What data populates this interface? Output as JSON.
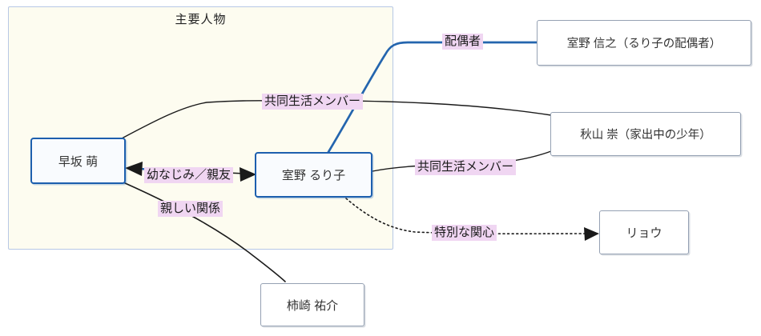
{
  "diagram": {
    "group": {
      "title": "主要人物"
    },
    "nodes": [
      {
        "id": "hayasaka-moe",
        "label": "早坂 萌",
        "style": "blue",
        "inside_group": true
      },
      {
        "id": "murono-ruriko",
        "label": "室野 るり子",
        "style": "blue",
        "inside_group": true
      },
      {
        "id": "murono-nobuyuki",
        "label": "室野 信之（るり子の配偶者）",
        "style": "gray",
        "inside_group": false
      },
      {
        "id": "akiyama-takashi",
        "label": "秋山 崇（家出中の少年）",
        "style": "gray",
        "inside_group": false
      },
      {
        "id": "ryo",
        "label": "リョウ",
        "style": "gray",
        "inside_group": false
      },
      {
        "id": "kakizaki-yusuke",
        "label": "柿崎 祐介",
        "style": "gray",
        "inside_group": false
      }
    ],
    "edges": [
      {
        "label": "配偶者",
        "from": "murono-ruriko",
        "to": "murono-nobuyuki",
        "style": "solid-blue",
        "arrow": "none"
      },
      {
        "label": "共同生活メンバー",
        "from": "hayasaka-moe",
        "to": "akiyama-takashi",
        "style": "solid-black",
        "arrow": "none"
      },
      {
        "label": "共同生活メンバー",
        "from": "murono-ruriko",
        "to": "akiyama-takashi",
        "style": "solid-black",
        "arrow": "none"
      },
      {
        "label": "幼なじみ／親友",
        "from": "hayasaka-moe",
        "to": "murono-ruriko",
        "style": "solid-black",
        "arrow": "both"
      },
      {
        "label": "親しい関係",
        "from": "hayasaka-moe",
        "to": "kakizaki-yusuke",
        "style": "solid-black",
        "arrow": "none"
      },
      {
        "label": "特別な関心",
        "from": "murono-ruriko",
        "to": "ryo",
        "style": "dotted-black",
        "arrow": "end"
      }
    ],
    "colors": {
      "group_bg": "#fdfcf0",
      "group_border": "#b7c8e5",
      "node_border_blue": "#1d5fae",
      "node_bg_blue": "#f9fbfe",
      "node_border_gray": "#95a1b3",
      "node_bg_gray": "#ffffff",
      "edge_black": "#1a1a1a",
      "edge_blue": "#2465ae",
      "edge_label_bg": "#f0d6f2",
      "text": "#333333"
    }
  }
}
